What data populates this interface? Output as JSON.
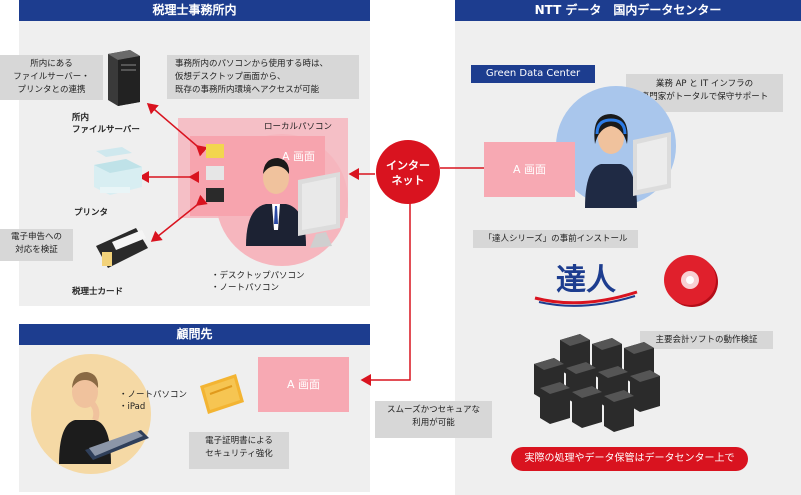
{
  "panels": {
    "office_title": "税理士事務所内",
    "datacenter_title": "NTT データ　国内データセンター",
    "client_title": "顧問先"
  },
  "office": {
    "callout_fileserver": [
      "所内にある",
      "ファイルサーバー・",
      "プリンタとの連携"
    ],
    "callout_remote": [
      "事務所内のパソコンから使用する時は、",
      "仮想デスクトップ画面から、",
      "既存の事務所内環境へアクセスが可能"
    ],
    "callout_etax": [
      "電子申告への",
      "対応を検証"
    ],
    "fileserver_label": [
      "所内",
      "ファイルサーバー"
    ],
    "printer_label": "プリンタ",
    "card_label": "税理士カード",
    "local_pc_label": "ローカルパソコン",
    "screen_a": "A 画面",
    "devices": [
      "・デスクトップパソコン",
      "・ノートパソコン"
    ]
  },
  "internet": {
    "label": [
      "インター",
      "ネット"
    ]
  },
  "datacenter": {
    "badge": "Green Data Center",
    "callout_support": [
      "業務 AP と IT インフラの",
      "専門家がトータルで保守サポート"
    ],
    "screen_a": "A 画面",
    "callout_install": "「達人シリーズ」の事前インストール",
    "logo_text": "達人",
    "callout_verify": "主要会計ソフトの動作検証",
    "footer_pill": "実際の処理やデータ保管はデータセンター上で"
  },
  "client": {
    "devices": [
      "・ノートパソコン",
      "・iPad"
    ],
    "screen_a": "A 画面",
    "callout_cert": [
      "電子証明書による",
      "セキュリティ強化"
    ],
    "callout_secure": [
      "スムーズかつセキュアな",
      "利用が可能"
    ]
  },
  "colors": {
    "header_blue": "#1d3d8f",
    "red_accent": "#d9131f",
    "pink_box": "#f7a9b3",
    "panel_grey": "#efefef",
    "callout_grey": "#d7d7d7"
  }
}
